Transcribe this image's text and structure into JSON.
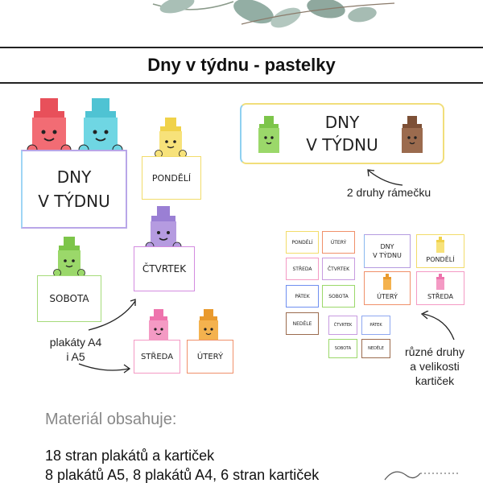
{
  "header": {
    "title": "Dny v týdnu - pastelky"
  },
  "big_poster": {
    "line1": "DNY",
    "line2": "V TÝDNU"
  },
  "frame_banner": {
    "line1": "DNY",
    "line2": "V TÝDNU"
  },
  "posters": {
    "pondeli": "PONDĚLÍ",
    "sobota": "SOBOTA",
    "ctvrtek": "ČTVRTEK",
    "streda": "STŘEDA",
    "utery": "ÚTERÝ"
  },
  "small_cards": {
    "c1": "PONDĚLÍ",
    "c2": "ÚTERÝ",
    "c3": "STŘEDA",
    "c4": "ČTVRTEK",
    "c5": "PÁTEK",
    "c6": "SOBOTA",
    "c7": "NEDĚLE",
    "c8": "ČTVRTEK",
    "c9": "PÁTEK",
    "c10": "SOBOTA",
    "c11": "NEDĚLE",
    "c12_line1": "DNY",
    "c12_line2": "V TÝDNU",
    "c13": "PONDĚLÍ",
    "c14": "ÚTERÝ",
    "c15": "STŘEDA"
  },
  "annotations": {
    "frames": "2 druhy rámečku",
    "posters_1": "plakáty A4",
    "posters_2": "i A5",
    "cards_1": "různé druhy",
    "cards_2": "a velikosti",
    "cards_3": "kartiček"
  },
  "material": {
    "title": "Materiál obsahuje:",
    "line1": "18 stran plakátů a kartiček",
    "line2": "8 plakátů A5, 8 plakátů A4, 6 stran kartiček"
  },
  "colors": {
    "red": "#f26c74",
    "cyan": "#6fd6e3",
    "yellow": "#f7e27a",
    "purple": "#b59be0",
    "green": "#9bd86a",
    "pink": "#f49ac4",
    "orange": "#f4b24e",
    "brown": "#9b6b4e"
  }
}
